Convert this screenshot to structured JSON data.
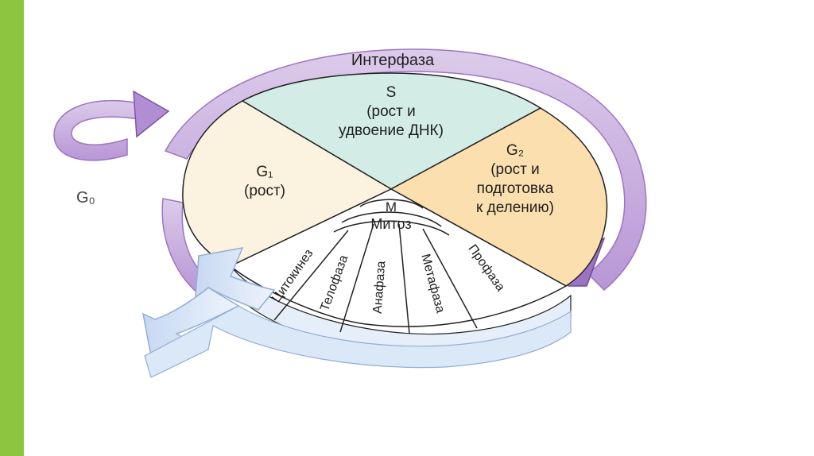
{
  "slide": {
    "accent_color": "#8cc63f",
    "background": "#ffffff"
  },
  "cycle": {
    "outer_label": "Интерфаза",
    "g0_label": "G₀",
    "s_phase": {
      "title": "S",
      "line1": "(рост и",
      "line2": "удвоение ДНК)"
    },
    "g1_phase": {
      "title": "G₁",
      "line1": "(рост)"
    },
    "g2_phase": {
      "title": "G₂",
      "line1": "(рост и",
      "line2": "подготовка",
      "line3": "к делению)"
    },
    "m_label": "М",
    "mitosis_label": "Митоз",
    "mitosis_stages": [
      "Цитокинез",
      "Телофаза",
      "Анафаза",
      "Метафаза",
      "Профаза"
    ]
  },
  "colors": {
    "ring": "#c9aee0",
    "ring_dark": "#8e62b3",
    "s_fill": "#d3ece6",
    "g1_fill": "#fbf3df",
    "g2_fill": "#fbdfae",
    "m_fill": "#ffffff",
    "blue_arrow": "#dbe8f8",
    "blue_arrow_dark": "#93add6"
  }
}
